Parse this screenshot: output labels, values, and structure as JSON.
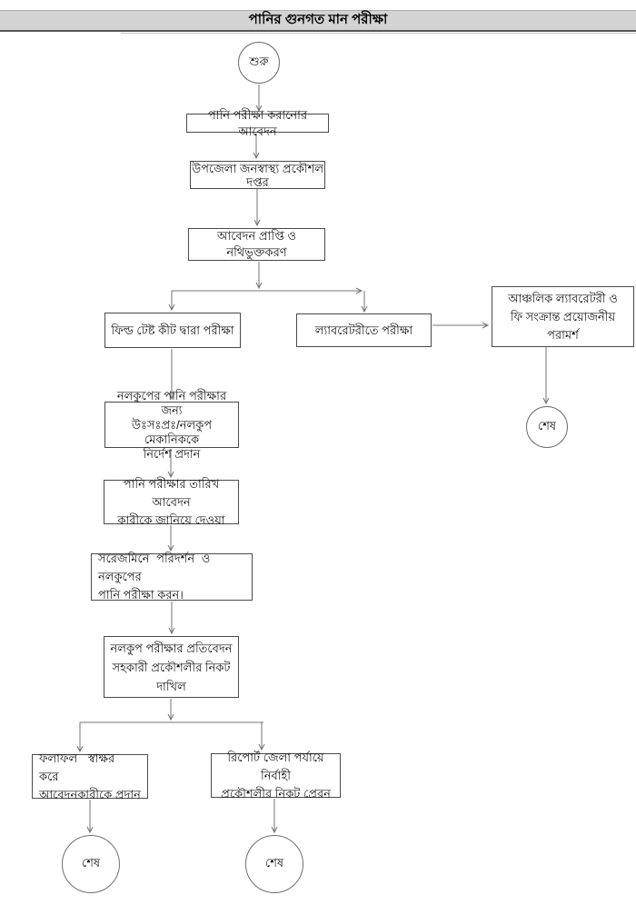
{
  "header": {
    "title": "পানির গুনগত মান পরীক্ষা"
  },
  "colors": {
    "header_bg": "#d3d3d3",
    "connector_line": "#737373",
    "box_border": "#4a4a4a",
    "text": "#111111"
  },
  "flow": {
    "start": {
      "label": "শুরু"
    },
    "apply": {
      "lines": [
        "পানি পরীক্ষা করানোর আবেদন"
      ]
    },
    "office": {
      "lines": [
        "উপজেলা জনস্বাস্থ্য প্রকৌশল",
        "দপ্তর"
      ]
    },
    "receive": {
      "lines": [
        "আবেদন প্রাপ্তি ও নথিভুক্তকরণ"
      ]
    },
    "fieldtest": {
      "lines": [
        "ফিল্ড টেষ্ট কীট দ্বারা পরীক্ষা"
      ]
    },
    "labtest": {
      "lines": [
        "ল্যাবরেটরীতে পরীক্ষা"
      ]
    },
    "advice": {
      "lines": [
        "আঞ্চলিক ল্যাবরেটরী ও",
        "ফি সংক্রান্ত প্রয়োজনীয়",
        "পরামর্শ"
      ]
    },
    "instruct": {
      "lines": [
        "নলকুপের পানি পরীক্ষার জন্য",
        "উঃসঃপ্রঃ/নলকুপ মেকানিককে",
        "নির্দেশ প্রদান"
      ]
    },
    "inform": {
      "lines": [
        "পানি পরীক্ষার তারিখ আবেদন",
        "কারীকে জানিয়ে দেওয়া"
      ]
    },
    "inspect": {
      "lines": [
        "সরেজমিনে পরিদর্শন ও নলকুপের",
        "পানি পরীক্ষা করন।"
      ]
    },
    "report": {
      "lines": [
        "নলকুপ পরীক্ষার প্রতিবেদন",
        "সহকারী প্রকৌশলীর নিকট",
        "দাখিল"
      ]
    },
    "result": {
      "lines": [
        "ফলাফল স্বাক্ষর করে",
        "আবেদনকারীকে প্রদান"
      ]
    },
    "sendreport": {
      "lines": [
        "রিপোর্ট জেলা পর্যায়ে নির্বাহী",
        "প্রকৌশলীর নিকট প্রেরন"
      ]
    },
    "end_right": {
      "label": "শেষ"
    },
    "end_left": {
      "label": "শেষ"
    },
    "end_mid": {
      "label": "শেষ"
    }
  }
}
